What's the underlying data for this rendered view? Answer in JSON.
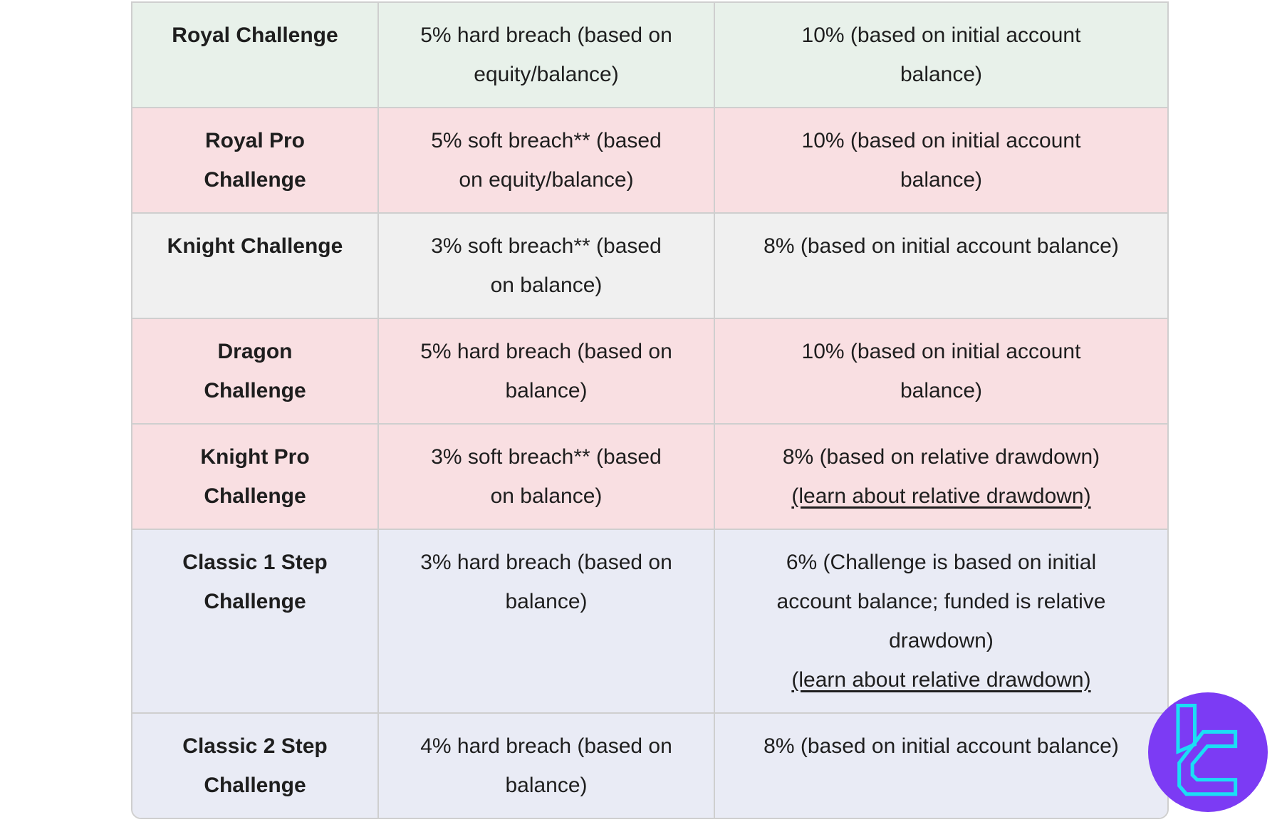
{
  "colors": {
    "page_bg": "#ffffff",
    "text": "#1e1e1e",
    "border": "#cfcfcf",
    "row_green": "#e8f1ea",
    "row_pink": "#f9dfe2",
    "row_gray": "#f0f0f0",
    "row_blue": "#e9ebf5",
    "logo_purple": "#7c3bf4",
    "logo_cyan": "#1bdef5"
  },
  "table": {
    "rows": [
      {
        "name": "Royal Challenge",
        "breach": "5% hard breach (based on\nequity/balance)",
        "drawdown": "10% (based on initial account\nbalance)",
        "theme": "row_green"
      },
      {
        "name": "Royal Pro\nChallenge",
        "breach": "5% soft breach** (based\non equity/balance)",
        "drawdown": "10% (based on initial account\nbalance)",
        "theme": "row_pink"
      },
      {
        "name": "Knight Challenge",
        "breach": "3% soft breach** (based\non balance)",
        "drawdown": "8% (based on initial account balance)",
        "theme": "row_gray"
      },
      {
        "name": "Dragon\nChallenge",
        "breach": "5% hard breach (based on\nbalance)",
        "drawdown": "10% (based on initial account\nbalance)",
        "theme": "row_pink"
      },
      {
        "name": "Knight Pro\nChallenge",
        "breach": "3% soft breach** (based\non balance)",
        "drawdown": "8% (based on relative drawdown)",
        "link": "(learn about relative drawdown)",
        "theme": "row_pink"
      },
      {
        "name": "Classic 1 Step\nChallenge",
        "breach": "3% hard breach (based on\nbalance)",
        "drawdown": "6% (Challenge is based on initial\naccount balance; funded is relative\ndrawdown)",
        "link": "(learn about relative drawdown)",
        "theme": "row_blue"
      },
      {
        "name": "Classic 2 Step\nChallenge",
        "breach": "4% hard breach (based on\nbalance)",
        "drawdown": "8% (based on initial account balance)",
        "theme": "row_blue"
      }
    ]
  },
  "logo": {
    "kind": "brand-monogram-badge"
  }
}
